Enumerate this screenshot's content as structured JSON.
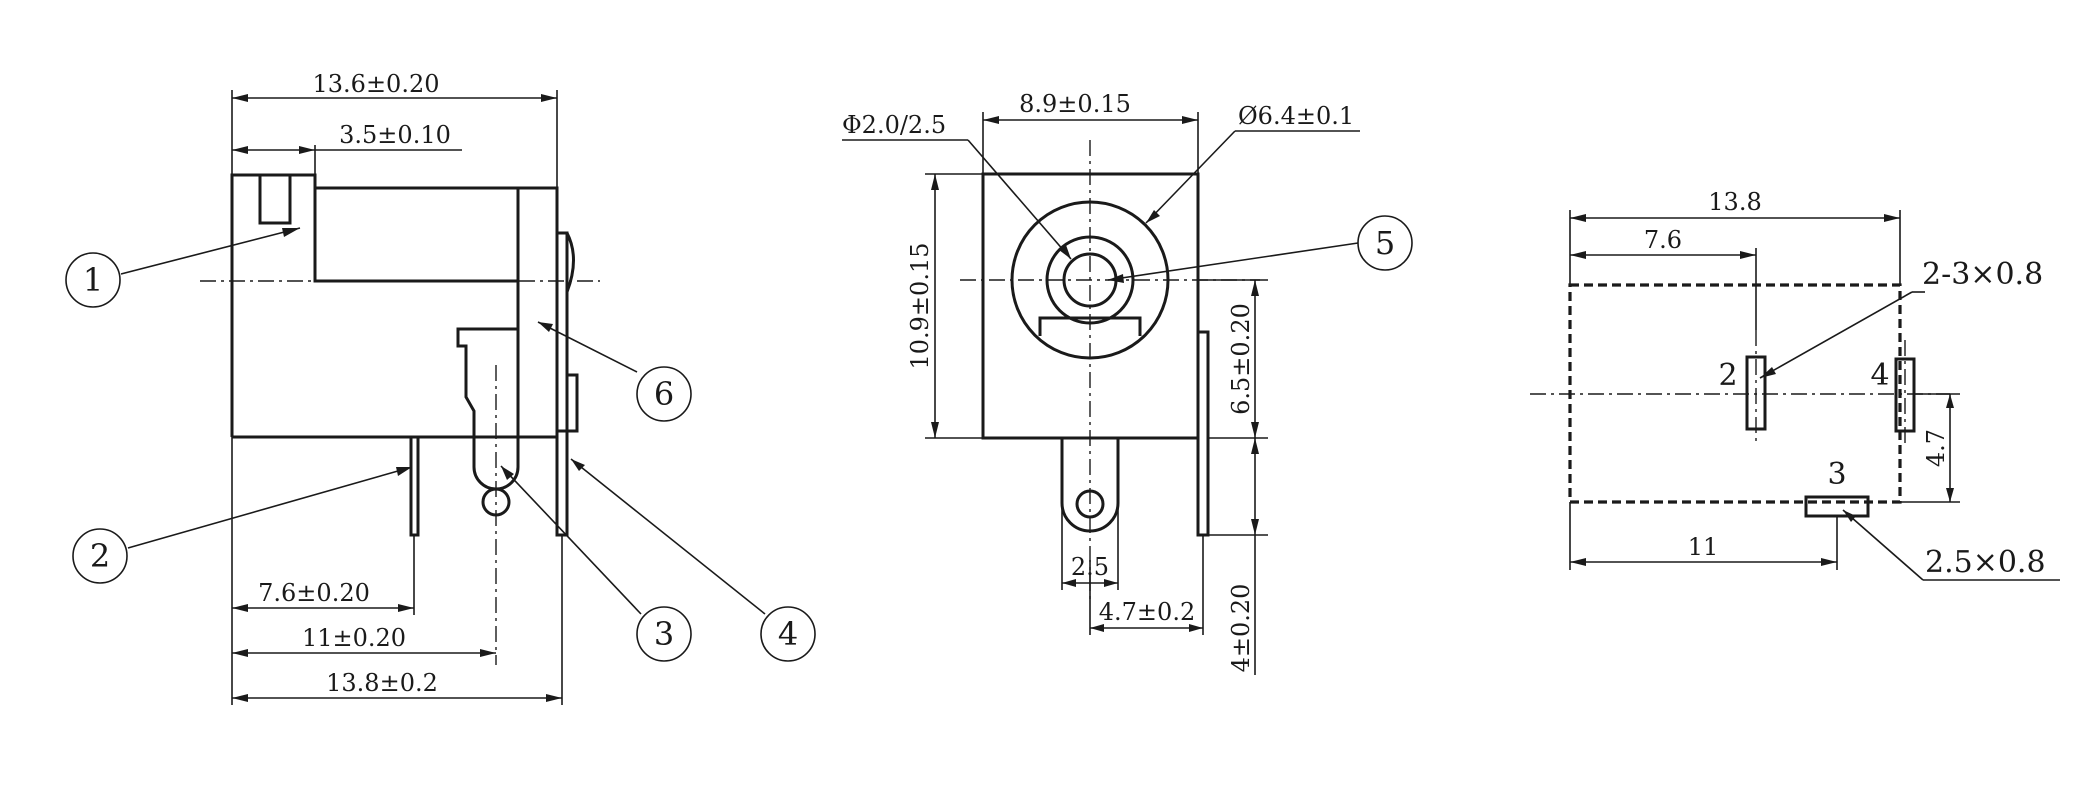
{
  "side_view": {
    "dims": {
      "overall_width": "13.6±0.20",
      "front_length": "3.5±0.10",
      "pin2_pos": "7.6±0.20",
      "pin3_pos": "11±0.20",
      "pin4_pos": "13.8±0.2"
    },
    "callouts": [
      "1",
      "2",
      "3",
      "4",
      "6"
    ]
  },
  "front_view": {
    "dims": {
      "pin_dia": "Φ2.0/2.5",
      "width": "8.9±0.15",
      "hole_dia": "Ø6.4±0.1",
      "height": "10.9±0.15",
      "center_height": "6.5±0.20",
      "pin_width": "2.5",
      "pin_spacing": "4.7±0.2",
      "pin_length": "4±0.20"
    },
    "callouts": [
      "5"
    ]
  },
  "footprint": {
    "dims": {
      "length": "13.8",
      "pin2_offset": "7.6",
      "slot_size_side": "2-3×0.8",
      "pin4_offset": "4.7",
      "pin3_offset": "11",
      "slot_size_bottom": "2.5×0.8"
    },
    "pin_labels": [
      "2",
      "4",
      "3"
    ]
  }
}
